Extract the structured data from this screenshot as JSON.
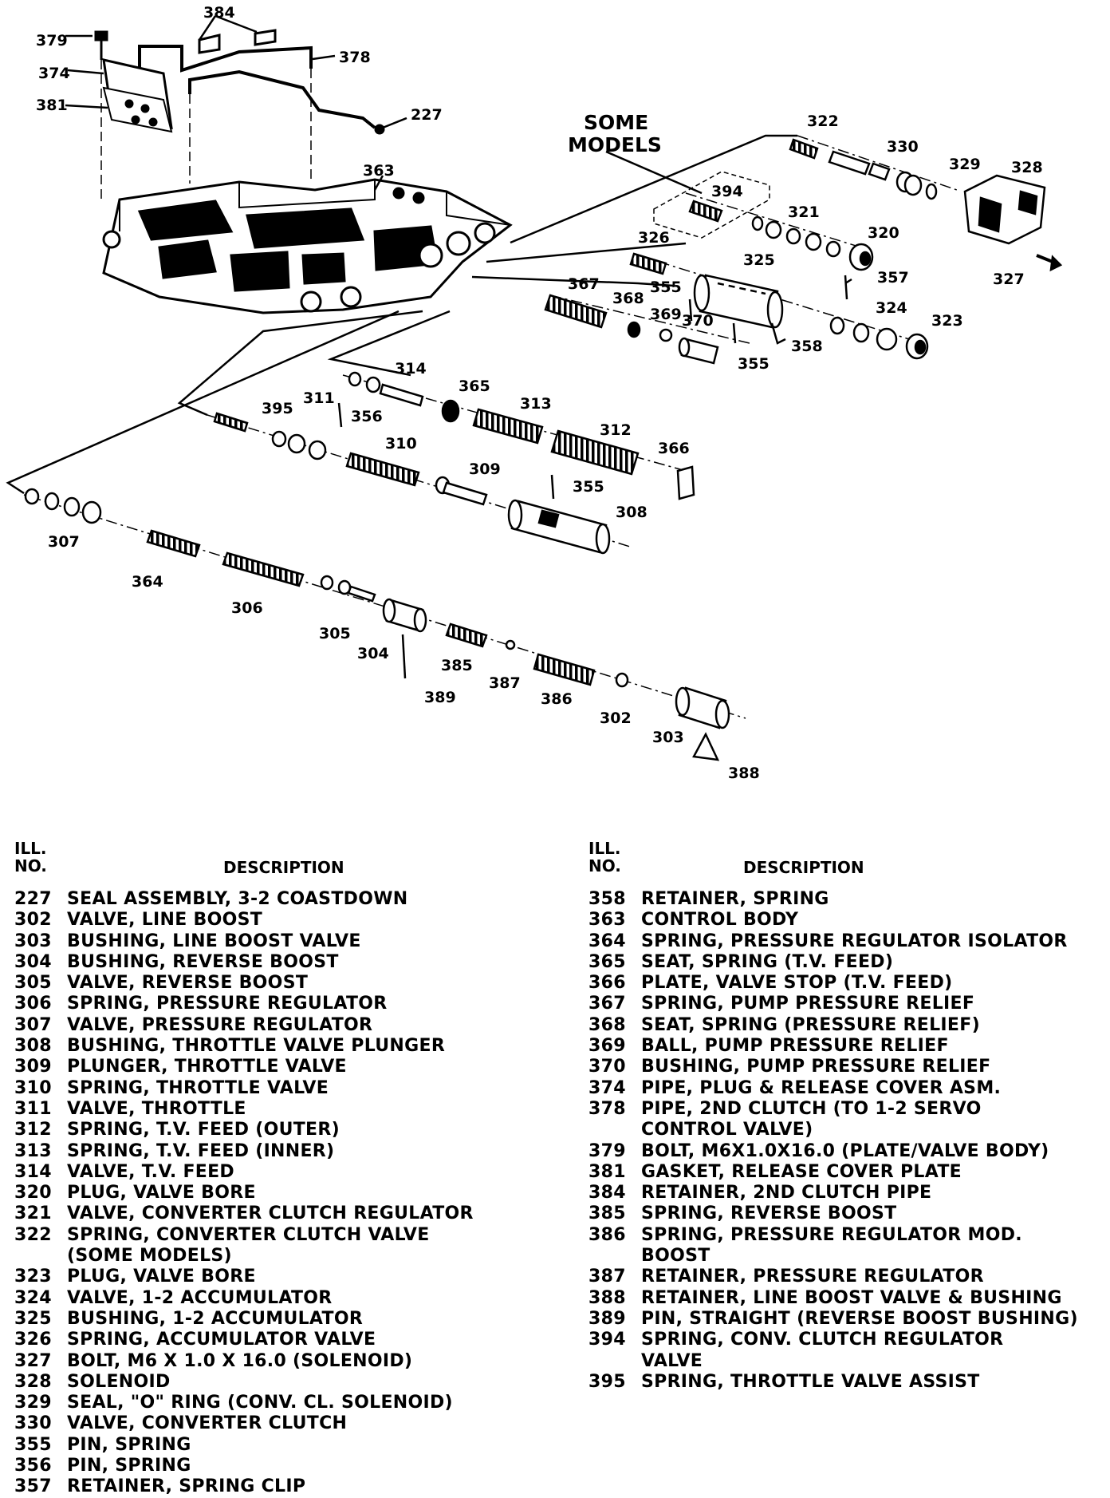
{
  "callouts": {
    "c227": "227",
    "c302": "302",
    "c303": "303",
    "c304": "304",
    "c305": "305",
    "c306": "306",
    "c307": "307",
    "c308": "308",
    "c309": "309",
    "c310": "310",
    "c311": "311",
    "c312": "312",
    "c313": "313",
    "c314": "314",
    "c320": "320",
    "c321": "321",
    "c322": "322",
    "c323": "323",
    "c324": "324",
    "c325": "325",
    "c326": "326",
    "c327": "327",
    "c328": "328",
    "c329": "329",
    "c330": "330",
    "c355a": "355",
    "c355b": "355",
    "c355c": "355",
    "c356": "356",
    "c357": "357",
    "c358": "358",
    "c363": "363",
    "c364": "364",
    "c365": "365",
    "c366": "366",
    "c367": "367",
    "c368": "368",
    "c369": "369",
    "c370": "370",
    "c374": "374",
    "c378": "378",
    "c379": "379",
    "c381": "381",
    "c384": "384",
    "c385": "385",
    "c386": "386",
    "c387": "387",
    "c388": "388",
    "c389": "389",
    "c394": "394",
    "c395": "395",
    "some_line1": "SOME",
    "some_line2": "MODELS"
  },
  "legend": {
    "ill_line1": "ILL.",
    "ill_line2": "NO.",
    "description_header": "DESCRIPTION",
    "left": [
      {
        "no": "227",
        "desc": "SEAL ASSEMBLY, 3-2 COASTDOWN"
      },
      {
        "no": "302",
        "desc": "VALVE, LINE BOOST"
      },
      {
        "no": "303",
        "desc": "BUSHING, LINE BOOST VALVE"
      },
      {
        "no": "304",
        "desc": "BUSHING, REVERSE BOOST"
      },
      {
        "no": "305",
        "desc": "VALVE, REVERSE BOOST"
      },
      {
        "no": "306",
        "desc": "SPRING, PRESSURE REGULATOR"
      },
      {
        "no": "307",
        "desc": "VALVE, PRESSURE REGULATOR"
      },
      {
        "no": "308",
        "desc": "BUSHING, THROTTLE VALVE PLUNGER"
      },
      {
        "no": "309",
        "desc": "PLUNGER, THROTTLE VALVE"
      },
      {
        "no": "310",
        "desc": "SPRING, THROTTLE VALVE"
      },
      {
        "no": "311",
        "desc": "VALVE, THROTTLE"
      },
      {
        "no": "312",
        "desc": "SPRING, T.V. FEED (OUTER)"
      },
      {
        "no": "313",
        "desc": "SPRING, T.V. FEED (INNER)"
      },
      {
        "no": "314",
        "desc": "VALVE, T.V. FEED"
      },
      {
        "no": "320",
        "desc": "PLUG, VALVE BORE"
      },
      {
        "no": "321",
        "desc": "VALVE, CONVERTER CLUTCH REGULATOR"
      },
      {
        "no": "322",
        "desc": "SPRING, CONVERTER CLUTCH VALVE\n(SOME MODELS)"
      },
      {
        "no": "323",
        "desc": "PLUG, VALVE BORE"
      },
      {
        "no": "324",
        "desc": "VALVE, 1-2 ACCUMULATOR"
      },
      {
        "no": "325",
        "desc": "BUSHING, 1-2 ACCUMULATOR"
      },
      {
        "no": "326",
        "desc": "SPRING, ACCUMULATOR VALVE"
      },
      {
        "no": "327",
        "desc": "BOLT, M6 X 1.0 X 16.0 (SOLENOID)"
      },
      {
        "no": "328",
        "desc": "SOLENOID"
      },
      {
        "no": "329",
        "desc": "SEAL, \"O\" RING (CONV. CL. SOLENOID)"
      },
      {
        "no": "330",
        "desc": "VALVE, CONVERTER CLUTCH"
      },
      {
        "no": "355",
        "desc": "PIN, SPRING"
      },
      {
        "no": "356",
        "desc": "PIN, SPRING"
      },
      {
        "no": "357",
        "desc": "RETAINER, SPRING CLIP"
      }
    ],
    "right": [
      {
        "no": "358",
        "desc": "RETAINER, SPRING"
      },
      {
        "no": "363",
        "desc": "CONTROL BODY"
      },
      {
        "no": "364",
        "desc": "SPRING, PRESSURE REGULATOR ISOLATOR"
      },
      {
        "no": "365",
        "desc": "SEAT, SPRING (T.V. FEED)"
      },
      {
        "no": "366",
        "desc": "PLATE, VALVE STOP (T.V. FEED)"
      },
      {
        "no": "367",
        "desc": "SPRING, PUMP PRESSURE RELIEF"
      },
      {
        "no": "368",
        "desc": "SEAT, SPRING (PRESSURE RELIEF)"
      },
      {
        "no": "369",
        "desc": "BALL, PUMP PRESSURE RELIEF"
      },
      {
        "no": "370",
        "desc": "BUSHING, PUMP PRESSURE RELIEF"
      },
      {
        "no": "374",
        "desc": "PIPE, PLUG & RELEASE COVER ASM."
      },
      {
        "no": "378",
        "desc": "PIPE, 2ND CLUTCH (TO 1-2 SERVO\nCONTROL VALVE)"
      },
      {
        "no": "379",
        "desc": "BOLT, M6X1.0X16.0 (PLATE/VALVE BODY)"
      },
      {
        "no": "381",
        "desc": "GASKET, RELEASE COVER PLATE"
      },
      {
        "no": "384",
        "desc": "RETAINER, 2ND CLUTCH PIPE"
      },
      {
        "no": "385",
        "desc": "SPRING, REVERSE BOOST"
      },
      {
        "no": "386",
        "desc": "SPRING, PRESSURE REGULATOR MOD.\nBOOST"
      },
      {
        "no": "387",
        "desc": "RETAINER, PRESSURE REGULATOR"
      },
      {
        "no": "388",
        "desc": "RETAINER, LINE BOOST VALVE & BUSHING"
      },
      {
        "no": "389",
        "desc": "PIN, STRAIGHT (REVERSE BOOST BUSHING)"
      },
      {
        "no": "394",
        "desc": "SPRING, CONV. CLUTCH REGULATOR\nVALVE"
      },
      {
        "no": "395",
        "desc": "SPRING, THROTTLE VALVE ASSIST"
      }
    ]
  }
}
